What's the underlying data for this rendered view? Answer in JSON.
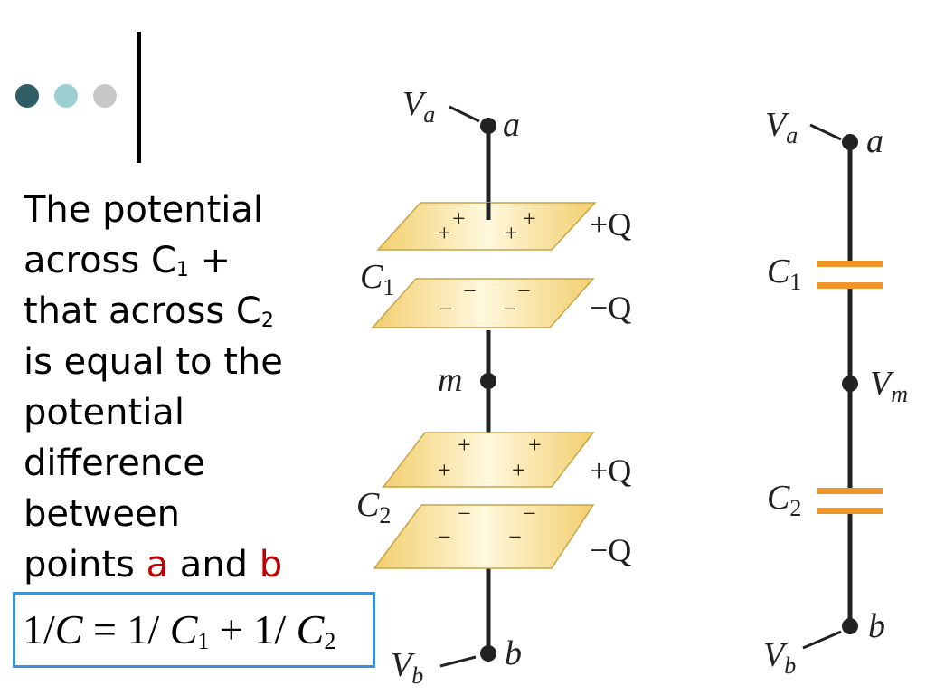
{
  "decor": {
    "dot_colors": [
      "#2f5f64",
      "#9ccfd2",
      "#c8c8c8"
    ]
  },
  "text": {
    "line1": "The potential",
    "line2_pre": "across C",
    "line2_sub": "1",
    "line2_post": " +",
    "line3_pre": "that across C",
    "line3_sub": "2",
    "line4": "is equal to the",
    "line5": "potential",
    "line6": "difference",
    "line7": "between",
    "line8_pre": "points ",
    "line8_a": "a",
    "line8_mid": " and ",
    "line8_b": "b"
  },
  "formula": {
    "t1": "1/",
    "t2": "C",
    "t3": " = 1/ ",
    "t4": "C",
    "t5": "1",
    "t6": " + 1/ ",
    "t7": "C",
    "t8": "2"
  },
  "left_diagram": {
    "va_V": "V",
    "va_sub": "a",
    "node_a": "a",
    "c1_C": "C",
    "c1_sub": "1",
    "plus_q1": "+Q",
    "minus_q1": "−Q",
    "node_m": "m",
    "c2_C": "C",
    "c2_sub": "2",
    "plus_q2": "+Q",
    "minus_q2": "−Q",
    "vb_V": "V",
    "vb_sub": "b",
    "node_b": "b",
    "plus_sign": "+",
    "minus_sign": "−"
  },
  "right_diagram": {
    "va_V": "V",
    "va_sub": "a",
    "node_a": "a",
    "c1_C": "C",
    "c1_sub": "1",
    "vm_V": "V",
    "vm_sub": "m",
    "c2_C": "C",
    "c2_sub": "2",
    "vb_V": "V",
    "vb_sub": "b",
    "node_b": "b"
  },
  "colors": {
    "capacitor_orange": "#f0952a",
    "plate_light": "#fff8dd",
    "plate_dark": "#f2cf6e",
    "highlight_red": "#c00000",
    "formula_border": "#3d8fdb"
  }
}
